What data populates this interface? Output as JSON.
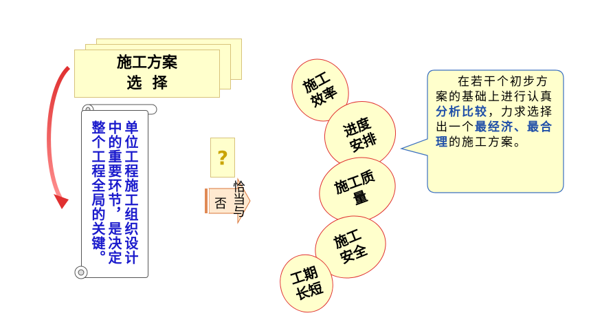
{
  "title": {
    "line1": "施工方案",
    "line2": "选  择"
  },
  "scroll": {
    "col1": "单位工程施工组织设计",
    "col2": "中的重要环节，是决定",
    "col3": "整个工程全局的关键。"
  },
  "question_mark": "?",
  "arrow": {
    "text_left": "否",
    "text_right": "恰当与"
  },
  "factors": [
    {
      "line1": "施工",
      "line2": "效率"
    },
    {
      "line1": "进度",
      "line2": "安排"
    },
    {
      "line1": "施工质",
      "line2": "量"
    },
    {
      "line1": "施工",
      "line2": "安全"
    },
    {
      "line1": "工期",
      "line2": "长短"
    }
  ],
  "callout": {
    "part1": "在若干个初步方案的基础上进行认真",
    "highlight1": "分析比较",
    "part2": "，力求选择出一个",
    "highlight2": "最经济、最合理",
    "part3": "的施工方案。"
  },
  "colors": {
    "card_fill": "#ffffcc",
    "ellipse_stroke": "#e03030",
    "ellipse_fill": "#ffffcc",
    "scroll_text": "#1a1acc",
    "highlight_text": "#1f4fa8",
    "curved_arrow": "#e03030",
    "callout_fill": "#ffffcc",
    "callout_stroke": "#3a6fc0"
  }
}
